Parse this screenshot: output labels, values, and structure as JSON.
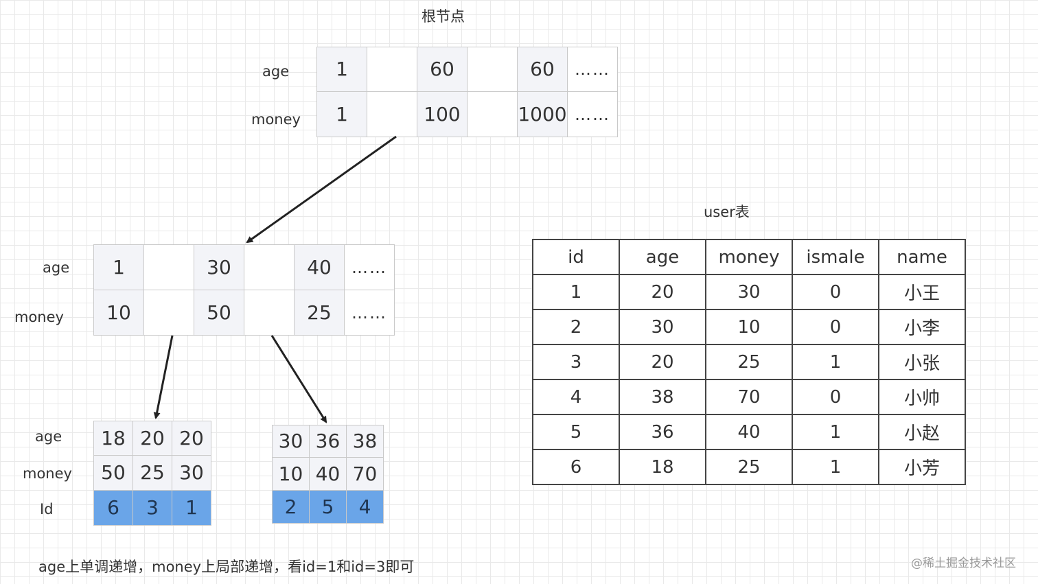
{
  "diagram": {
    "root_title": "根节点",
    "table_title": "user表",
    "note": "age上单调递增，money上局部递增，看id=1和id=3即可",
    "watermark": "@稀土掘金技术社区",
    "row_labels": {
      "age": "age",
      "money": "money",
      "id": "Id"
    },
    "root_node": {
      "age": [
        "1",
        "",
        "60",
        "",
        "60",
        "……"
      ],
      "money": [
        "1",
        "",
        "100",
        "",
        "1000",
        "……"
      ]
    },
    "internal_node": {
      "age": [
        "1",
        "",
        "30",
        "",
        "40",
        "……"
      ],
      "money": [
        "10",
        "",
        "50",
        "",
        "25",
        "……"
      ]
    },
    "leaf_left": {
      "age": [
        "18",
        "20",
        "20"
      ],
      "money": [
        "50",
        "25",
        "30"
      ],
      "id": [
        "6",
        "3",
        "1"
      ]
    },
    "leaf_right": {
      "age": [
        "30",
        "36",
        "38"
      ],
      "money": [
        "10",
        "40",
        "70"
      ],
      "id": [
        "2",
        "5",
        "4"
      ]
    },
    "user_table": {
      "headers": [
        "id",
        "age",
        "money",
        "ismale",
        "name"
      ],
      "rows": [
        [
          "1",
          "20",
          "30",
          "0",
          "小王"
        ],
        [
          "2",
          "30",
          "10",
          "0",
          "小李"
        ],
        [
          "3",
          "20",
          "25",
          "1",
          "小张"
        ],
        [
          "4",
          "38",
          "70",
          "0",
          "小帅"
        ],
        [
          "5",
          "36",
          "40",
          "1",
          "小赵"
        ],
        [
          "6",
          "18",
          "25",
          "1",
          "小芳"
        ]
      ]
    },
    "colors": {
      "id_cell": "#6aa5e8",
      "key_cell": "#f3f4f8",
      "grid": "#e9e9e9",
      "arrow": "#222222"
    }
  }
}
